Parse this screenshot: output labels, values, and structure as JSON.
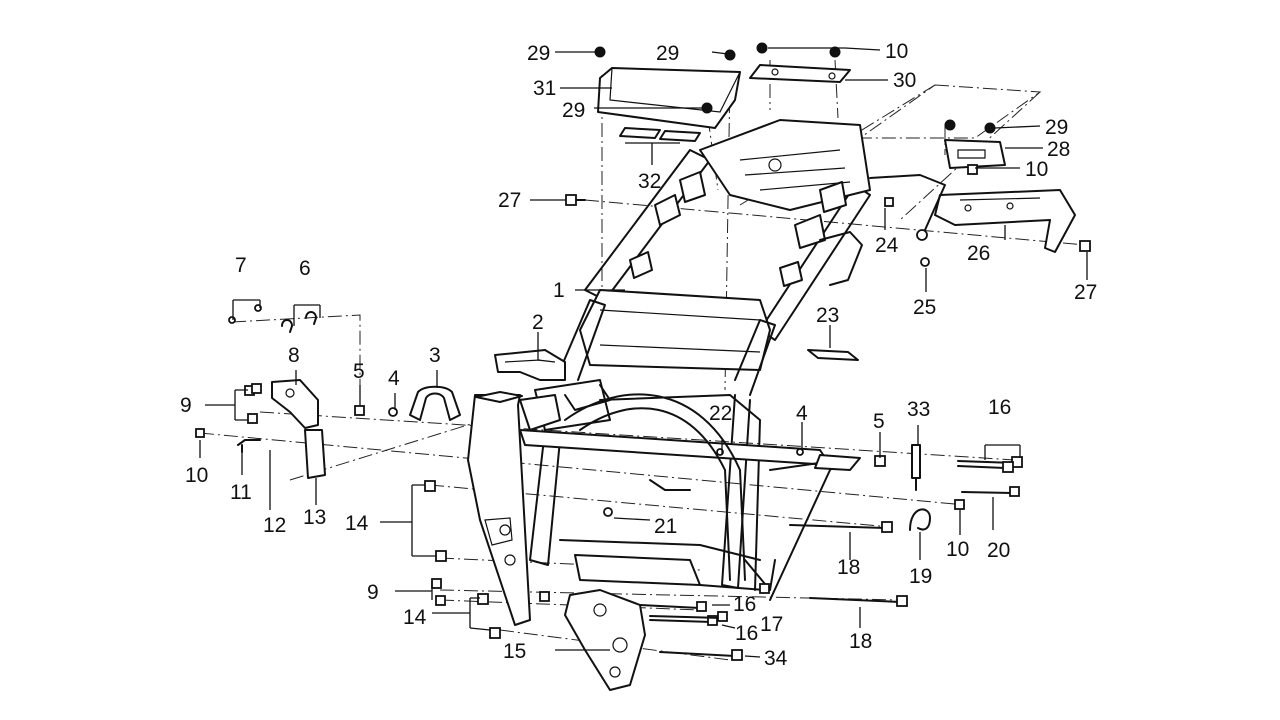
{
  "labels": {
    "l1": "1",
    "l2": "2",
    "l3": "3",
    "l4a": "4",
    "l4b": "4",
    "l5a": "5",
    "l5b": "5",
    "l6": "6",
    "l7": "7",
    "l8": "8",
    "l9a": "9",
    "l9b": "9",
    "l10a": "10",
    "l10b": "10",
    "l10c": "10",
    "l10d": "10",
    "l11": "11",
    "l12": "12",
    "l13": "13",
    "l14a": "14",
    "l14b": "14",
    "l15": "15",
    "l16a": "16",
    "l16b": "16",
    "l16c": "16",
    "l17": "17",
    "l18a": "18",
    "l18b": "18",
    "l19": "19",
    "l20": "20",
    "l21": "21",
    "l22": "22",
    "l23": "23",
    "l24": "24",
    "l25": "25",
    "l26": "26",
    "l27a": "27",
    "l27b": "27",
    "l28": "28",
    "l29a": "29",
    "l29b": "29",
    "l29c": "29",
    "l29d": "29",
    "l30": "30",
    "l31": "31",
    "l32": "32",
    "l33": "33",
    "l34": "34"
  }
}
